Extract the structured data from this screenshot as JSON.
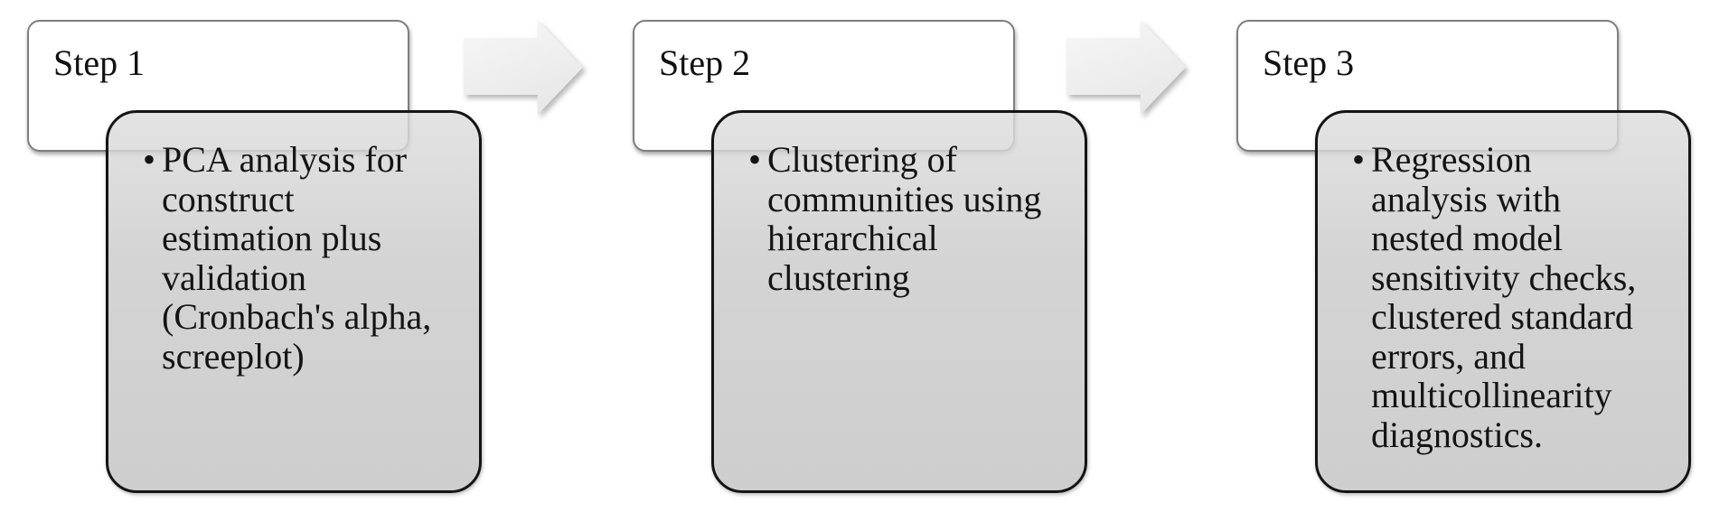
{
  "steps": [
    {
      "label": "Step 1",
      "bullet": "•",
      "lines": [
        "PCA analysis for",
        "construct",
        "estimation plus",
        "validation",
        "(Cronbach's alpha,",
        "screeplot)"
      ]
    },
    {
      "label": "Step 2",
      "bullet": "•",
      "lines": [
        "Clustering of",
        "communities using",
        "hierarchical",
        "clustering"
      ]
    },
    {
      "label": "Step 3",
      "bullet": "•",
      "lines": [
        "Regression",
        "analysis with",
        "nested model",
        "sensitivity checks,",
        "clustered standard",
        "errors, and",
        "multicollinearity",
        "diagnostics."
      ]
    }
  ],
  "icons": {
    "between_steps": "block-arrow-right"
  },
  "colors": {
    "background": "#ffffff",
    "card_fill": "#cecece",
    "card_border": "#141414",
    "label_box_fill": "#ffffff",
    "label_box_border": "#7f7f7f",
    "arrow_fill": "#ededed",
    "text": "#141414"
  }
}
